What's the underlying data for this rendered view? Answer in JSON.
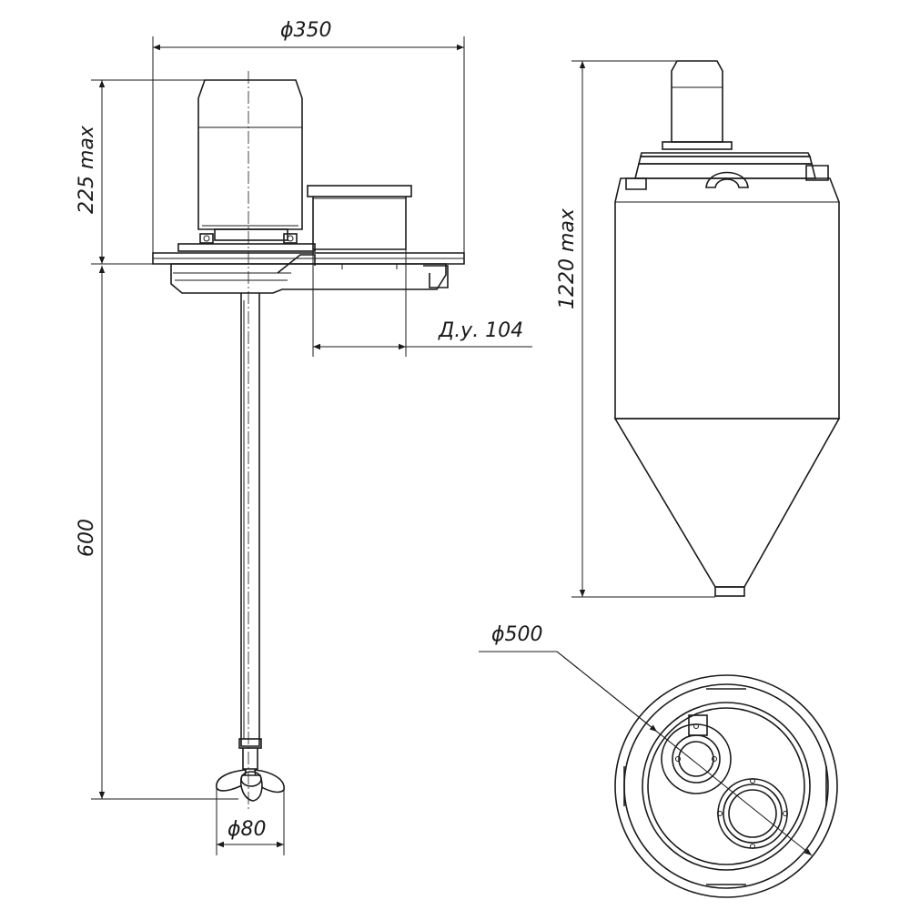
{
  "dimensions": {
    "d350": "ϕ350",
    "h225": "225 max",
    "h600": "600",
    "d80": "ϕ80",
    "du104": "Д.у. 104",
    "h1220": "1220 max",
    "d500": "ϕ500"
  }
}
